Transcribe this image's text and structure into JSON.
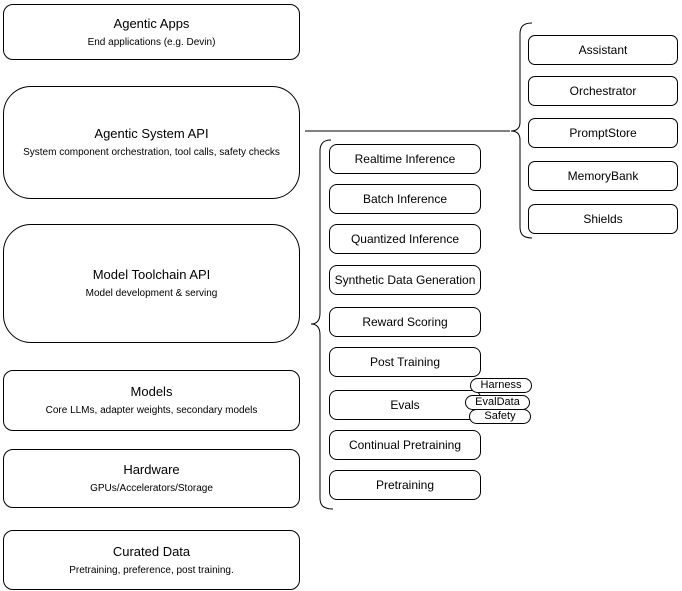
{
  "layers": [
    {
      "title": "Agentic Apps",
      "subtitle": "End applications (e.g. Devin)"
    },
    {
      "title": "Agentic System API",
      "subtitle": "System component orchestration, tool calls, safety checks"
    },
    {
      "title": "Model Toolchain API",
      "subtitle": "Model development & serving"
    },
    {
      "title": "Models",
      "subtitle": "Core LLMs, adapter weights, secondary models"
    },
    {
      "title": "Hardware",
      "subtitle": "GPUs/Accelerators/Storage"
    },
    {
      "title": "Curated Data",
      "subtitle": "Pretraining, preference, post training."
    }
  ],
  "toolchain_components": [
    "Realtime Inference",
    "Batch Inference",
    "Quantized Inference",
    "Synthetic Data Generation",
    "Reward Scoring",
    "Post Training",
    "Evals",
    "Continual Pretraining",
    "Pretraining"
  ],
  "evals_tags": [
    "Harness",
    "EvalData",
    "Safety"
  ],
  "system_components": [
    "Assistant",
    "Orchestrator",
    "PromptStore",
    "MemoryBank",
    "Shields"
  ],
  "colors": {
    "stroke": "#000000",
    "node_fill": "#ffffff",
    "background": "#ffffff",
    "text": "#000000"
  }
}
